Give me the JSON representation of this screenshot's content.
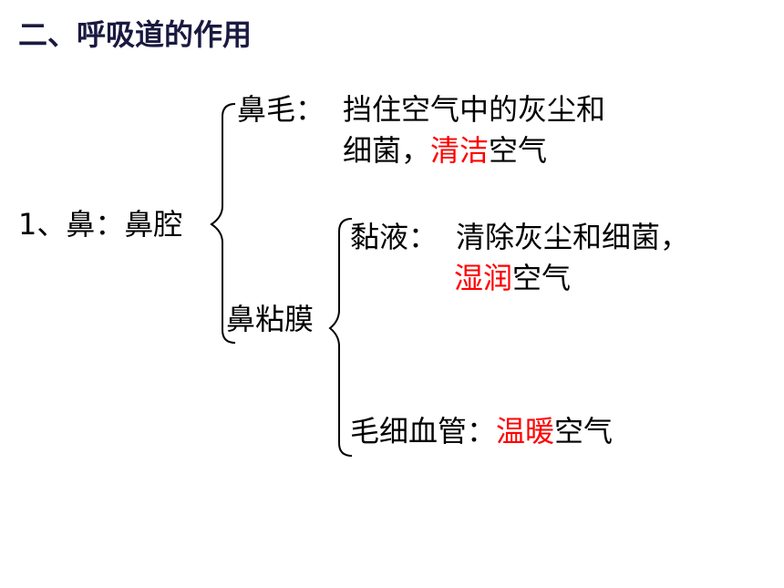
{
  "title": "二、呼吸道的作用",
  "root": {
    "label": "1、鼻：鼻腔"
  },
  "nasal_hair": {
    "label": "鼻毛：",
    "line1": "挡住空气中的灰尘和",
    "line2_a": "细菌，",
    "line2_red": "清洁",
    "line2_b": "空气"
  },
  "mucosa": {
    "label": "鼻粘膜"
  },
  "mucus": {
    "label": "黏液：",
    "line1": "清除灰尘和细菌，",
    "line2_red": "湿润",
    "line2_b": "空气"
  },
  "capillaries": {
    "label": "毛细血管：",
    "red": "温暖",
    "rest": "空气"
  },
  "colors": {
    "title": "#1a1a40",
    "highlight": "#ff0000",
    "text": "#000000"
  }
}
